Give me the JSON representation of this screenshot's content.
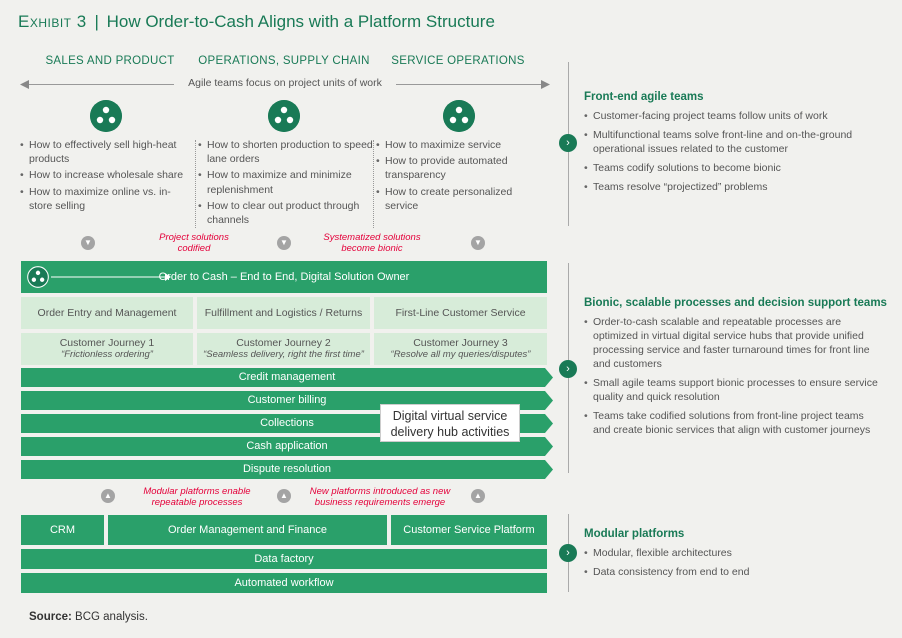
{
  "title": {
    "exhibit": "Exhibit 3",
    "separator": "|",
    "text": "How Order-to-Cash Aligns with a Platform Structure"
  },
  "columns": [
    {
      "header": "SALES AND PRODUCT",
      "bullets": [
        "How to effectively sell high-heat products",
        "How to increase wholesale share",
        "How to maximize online vs. in-store selling"
      ]
    },
    {
      "header": "OPERATIONS, SUPPLY CHAIN",
      "bullets": [
        "How to shorten production to speed lane orders",
        "How to maximize and minimize replenishment",
        "How to clear out product through channels"
      ]
    },
    {
      "header": "SERVICE OPERATIONS",
      "bullets": [
        "How to maximize service",
        "How to provide automated transparency",
        "How to create personalized service"
      ]
    }
  ],
  "agile_arrow_label": "Agile teams focus on project units of work",
  "notes_top": [
    "Project solutions codified",
    "Systematized solutions become bionic"
  ],
  "owner_bar": "Order to Cash – End to End, Digital Solution Owner",
  "process_boxes": [
    "Order Entry and Management",
    "Fulfillment and Logistics / Returns",
    "First-Line Customer Service"
  ],
  "journeys": [
    {
      "title": "Customer Journey 1",
      "subtitle": "“Frictionless ordering”"
    },
    {
      "title": "Customer Journey 2",
      "subtitle": "“Seamless delivery, right the first time”"
    },
    {
      "title": "Customer Journey 3",
      "subtitle": "“Resolve all my queries/disputes”"
    }
  ],
  "activities": [
    "Credit management",
    "Customer billing",
    "Collections",
    "Cash application",
    "Dispute resolution"
  ],
  "hub_label": "Digital virtual service delivery hub activities",
  "notes_bottom": [
    "Modular platforms enable repeatable processes",
    "New platforms introduced as new business requirements emerge"
  ],
  "platforms": {
    "row1": [
      "CRM",
      "Order Management and Finance",
      "Customer Service Platform"
    ],
    "data_factory": "Data factory",
    "workflow": "Automated workflow"
  },
  "right": {
    "front": {
      "heading": "Front-end agile teams",
      "bullets": [
        "Customer-facing project teams follow units of work",
        "Multifunctional teams solve front-line and on-the-ground operational issues related to the customer",
        "Teams codify solutions to become bionic",
        "Teams resolve “projectized” problems"
      ]
    },
    "bionic": {
      "heading": "Bionic, scalable processes and decision support teams",
      "bullets": [
        "Order-to-cash scalable and repeatable processes are optimized in virtual digital service hubs that provide unified processing service and faster turnaround times for front line and customers",
        "Small agile teams support bionic processes to ensure service quality and quick resolution",
        "Teams take codified solutions from front-line project teams and create bionic services that align with customer journeys"
      ]
    },
    "modular": {
      "heading": "Modular platforms",
      "bullets": [
        "Modular, flexible architectures",
        "Data consistency from end to end"
      ]
    }
  },
  "source": {
    "label": "Source:",
    "text": "BCG analysis."
  },
  "colors": {
    "dark_green": "#197a56",
    "green": "#2aa06a",
    "light_green": "#d7ecd9",
    "red": "#e4003a"
  }
}
